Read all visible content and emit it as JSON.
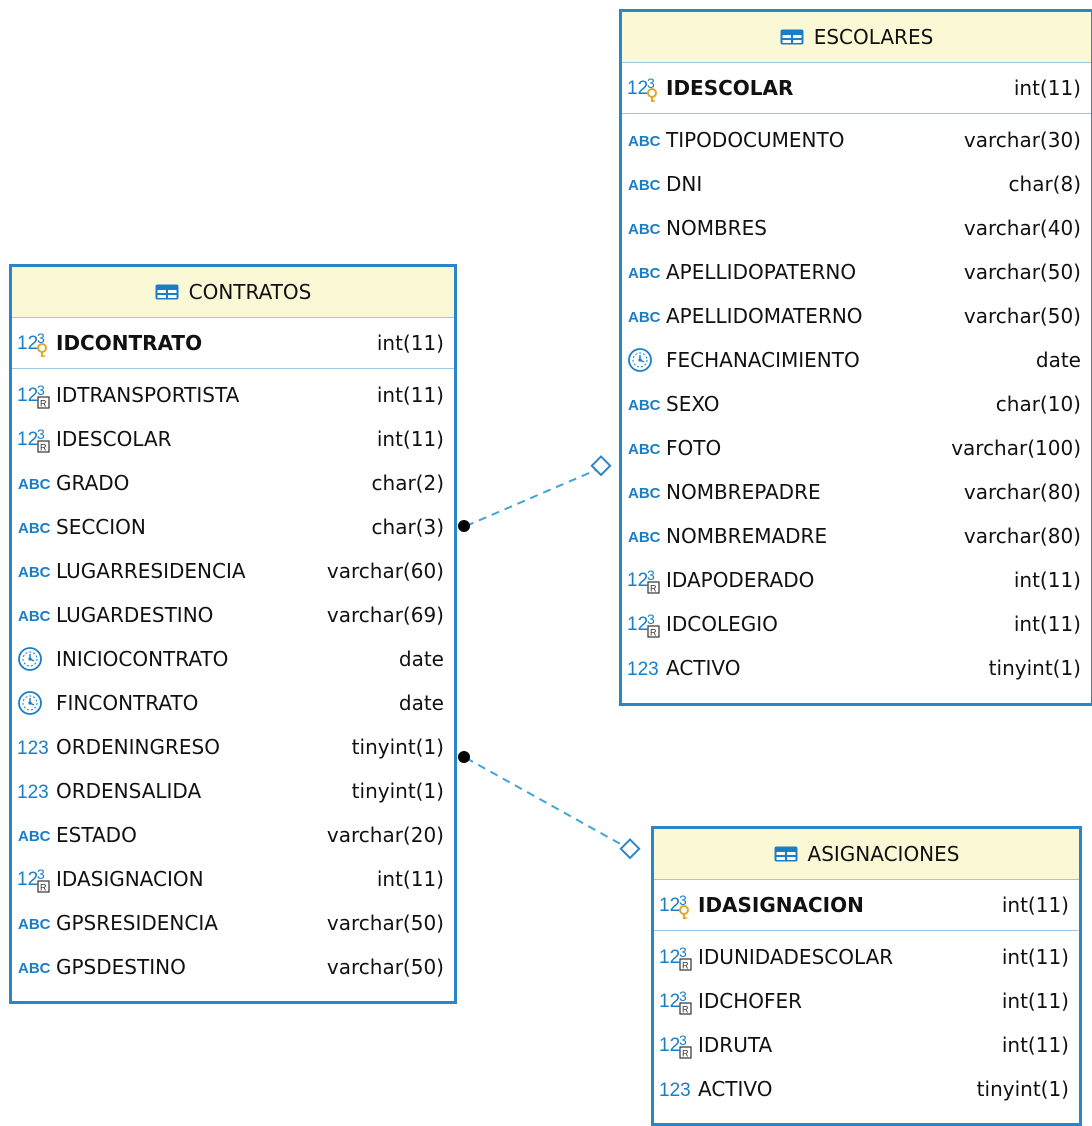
{
  "colors": {
    "border": "#2a86c8",
    "header_bg": "#fbf8d6",
    "icon_blue": "#1a7ec6",
    "key_gold": "#e0a72a",
    "relation_line": "#3ea5d6"
  },
  "contratos": {
    "title": "CONTRATOS",
    "pk": {
      "name": "IDCONTRATO",
      "type": "int(11)",
      "icon": "primary-key-icon"
    },
    "columns": [
      {
        "name": "IDTRANSPORTISTA",
        "type": "int(11)",
        "icon": "foreign-key-numeric-icon"
      },
      {
        "name": "IDESCOLAR",
        "type": "int(11)",
        "icon": "foreign-key-numeric-icon"
      },
      {
        "name": "GRADO",
        "type": "char(2)",
        "icon": "text-type-icon"
      },
      {
        "name": "SECCION",
        "type": "char(3)",
        "icon": "text-type-icon"
      },
      {
        "name": "LUGARRESIDENCIA",
        "type": "varchar(60)",
        "icon": "text-type-icon"
      },
      {
        "name": "LUGARDESTINO",
        "type": "varchar(69)",
        "icon": "text-type-icon"
      },
      {
        "name": "INICIOCONTRATO",
        "type": "date",
        "icon": "date-type-icon"
      },
      {
        "name": "FINCONTRATO",
        "type": "date",
        "icon": "date-type-icon"
      },
      {
        "name": "ORDENINGRESO",
        "type": "tinyint(1)",
        "icon": "numeric-type-icon"
      },
      {
        "name": "ORDENSALIDA",
        "type": "tinyint(1)",
        "icon": "numeric-type-icon"
      },
      {
        "name": "ESTADO",
        "type": "varchar(20)",
        "icon": "text-type-icon"
      },
      {
        "name": "IDASIGNACION",
        "type": "int(11)",
        "icon": "foreign-key-numeric-icon"
      },
      {
        "name": "GPSRESIDENCIA",
        "type": "varchar(50)",
        "icon": "text-type-icon"
      },
      {
        "name": "GPSDESTINO",
        "type": "varchar(50)",
        "icon": "text-type-icon"
      }
    ]
  },
  "escolares": {
    "title": "ESCOLARES",
    "pk": {
      "name": "IDESCOLAR",
      "type": "int(11)",
      "icon": "primary-key-icon"
    },
    "columns": [
      {
        "name": "TIPODOCUMENTO",
        "type": "varchar(30)",
        "icon": "text-type-icon"
      },
      {
        "name": "DNI",
        "type": "char(8)",
        "icon": "text-type-icon"
      },
      {
        "name": "NOMBRES",
        "type": "varchar(40)",
        "icon": "text-type-icon"
      },
      {
        "name": "APELLIDOPATERNO",
        "type": "varchar(50)",
        "icon": "text-type-icon"
      },
      {
        "name": "APELLIDOMATERNO",
        "type": "varchar(50)",
        "icon": "text-type-icon"
      },
      {
        "name": "FECHANACIMIENTO",
        "type": "date",
        "icon": "date-type-icon"
      },
      {
        "name": "SEXO",
        "type": "char(10)",
        "icon": "text-type-icon"
      },
      {
        "name": "FOTO",
        "type": "varchar(100)",
        "icon": "text-type-icon"
      },
      {
        "name": "NOMBREPADRE",
        "type": "varchar(80)",
        "icon": "text-type-icon"
      },
      {
        "name": "NOMBREMADRE",
        "type": "varchar(80)",
        "icon": "text-type-icon"
      },
      {
        "name": "IDAPODERADO",
        "type": "int(11)",
        "icon": "foreign-key-numeric-icon"
      },
      {
        "name": "IDCOLEGIO",
        "type": "int(11)",
        "icon": "foreign-key-numeric-icon"
      },
      {
        "name": "ACTIVO",
        "type": "tinyint(1)",
        "icon": "numeric-type-icon"
      }
    ]
  },
  "asignaciones": {
    "title": "ASIGNACIONES",
    "pk": {
      "name": "IDASIGNACION",
      "type": "int(11)",
      "icon": "primary-key-icon"
    },
    "columns": [
      {
        "name": "IDUNIDADESCOLAR",
        "type": "int(11)",
        "icon": "foreign-key-numeric-icon"
      },
      {
        "name": "IDCHOFER",
        "type": "int(11)",
        "icon": "foreign-key-numeric-icon"
      },
      {
        "name": "IDRUTA",
        "type": "int(11)",
        "icon": "foreign-key-numeric-icon"
      },
      {
        "name": "ACTIVO",
        "type": "tinyint(1)",
        "icon": "numeric-type-icon"
      }
    ]
  }
}
